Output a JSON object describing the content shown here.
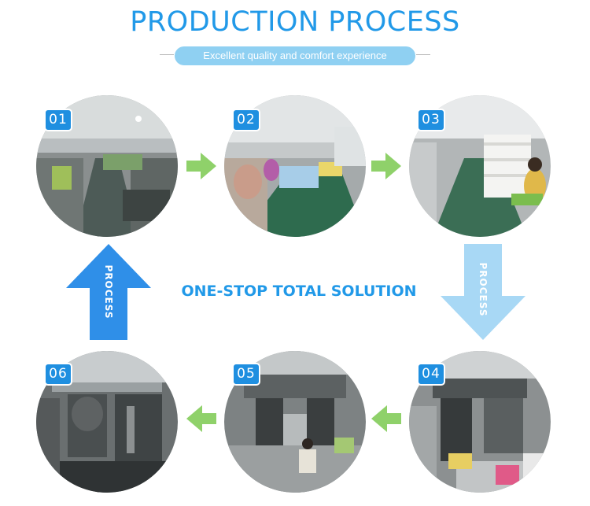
{
  "header": {
    "title": "PRODUCTION PROCESS",
    "subtitle": "Excellent quality and comfort experience"
  },
  "center_text": "ONE-STOP TOTAL SOLUTION",
  "arrow_label": "PROCESS",
  "steps": [
    {
      "number": "01",
      "scene": "factory-floor-photo"
    },
    {
      "number": "02",
      "scene": "sewing-line-photo"
    },
    {
      "number": "03",
      "scene": "packing-line-photo"
    },
    {
      "number": "04",
      "scene": "blow-molding-machine-photo"
    },
    {
      "number": "05",
      "scene": "blow-molding-machine-photo"
    },
    {
      "number": "06",
      "scene": "machinery-photo"
    }
  ],
  "colors": {
    "accent_blue": "#2199e8",
    "badge_blue": "#1f8fe0",
    "pill_blue": "#8fd0f2",
    "light_arrow_blue": "#a8d8f5",
    "green_arrow": "#8fd16a"
  }
}
